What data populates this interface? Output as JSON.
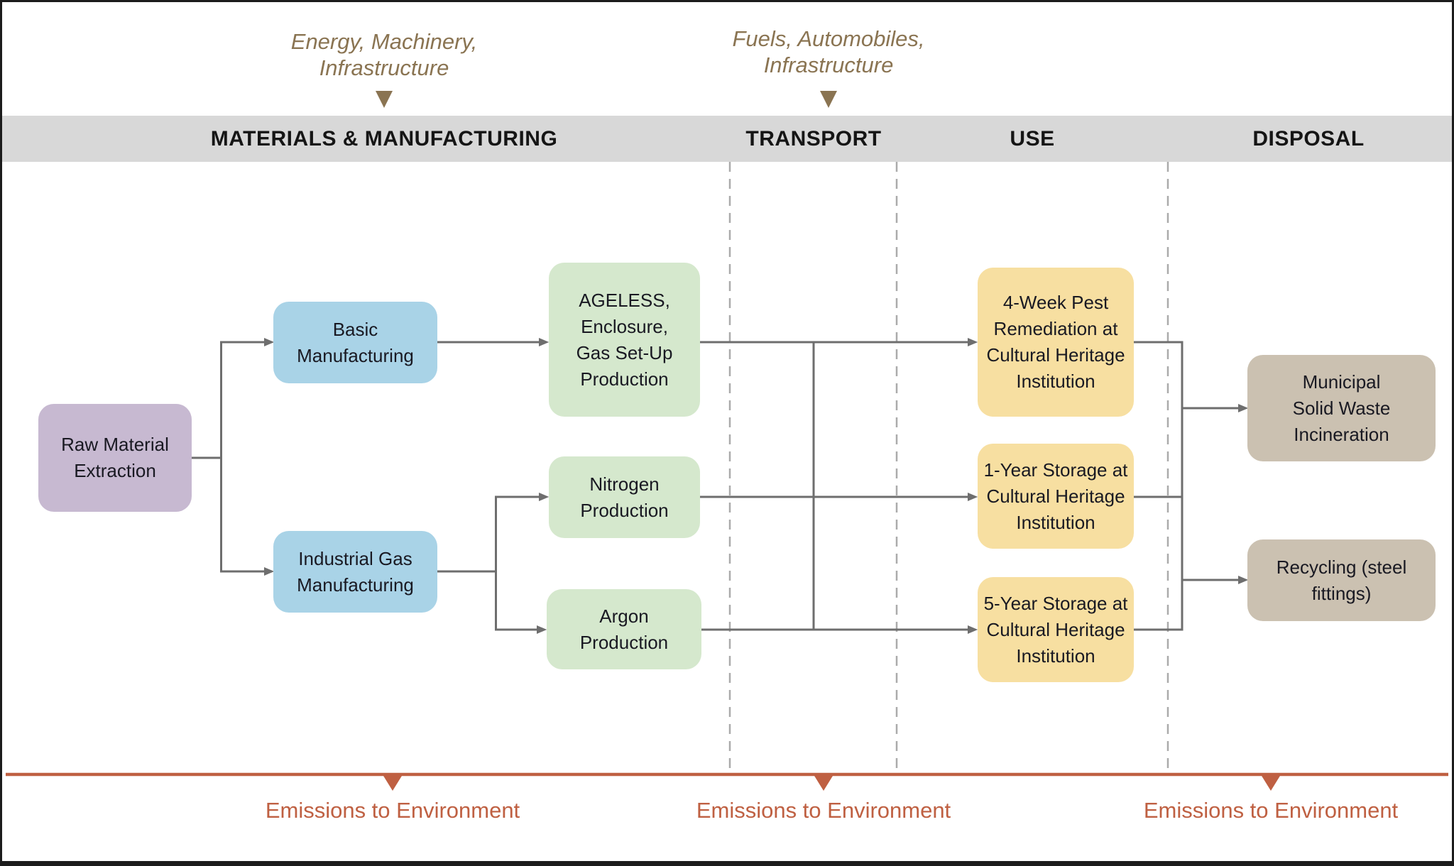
{
  "colors": {
    "phase_band_bg": "#d8d8d8",
    "raw_material_fill": "#c7b9d1",
    "manufacturing_fill": "#a9d3e7",
    "production_fill": "#d5e8cd",
    "use_fill": "#f7dfa1",
    "disposal_fill": "#cbc1b1",
    "input_label_text": "#8a7452",
    "emissions_accent": "#bf6042",
    "connector_gray": "#6e6e6e",
    "dashed_divider_gray": "#ababab",
    "node_text": "#191922"
  },
  "top_inputs": [
    {
      "lines": [
        "Energy, Machinery,",
        "Infrastructure"
      ]
    },
    {
      "lines": [
        "Fuels, Automobiles,",
        "Infrastructure"
      ]
    }
  ],
  "phases": [
    {
      "label": "MATERIALS & MANUFACTURING"
    },
    {
      "label": "TRANSPORT"
    },
    {
      "label": "USE"
    },
    {
      "label": "DISPOSAL"
    }
  ],
  "nodes": {
    "raw_material_extraction": {
      "lines": [
        "Raw Material",
        "Extraction"
      ]
    },
    "basic_manufacturing": {
      "lines": [
        "Basic",
        "Manufacturing"
      ]
    },
    "industrial_gas_manufacturing": {
      "lines": [
        "Industrial Gas",
        "Manufacturing"
      ]
    },
    "ageless_enclosure_gas_setup_production": {
      "lines": [
        "AGELESS,",
        "Enclosure,",
        "Gas Set-Up",
        "Production"
      ]
    },
    "nitrogen_production": {
      "lines": [
        "Nitrogen",
        "Production"
      ]
    },
    "argon_production": {
      "lines": [
        "Argon",
        "Production"
      ]
    },
    "four_week_pest_remediation": {
      "lines": [
        "4-Week Pest",
        "Remediation at",
        "Cultural Heritage",
        "Institution"
      ]
    },
    "one_year_storage": {
      "lines": [
        "1-Year Storage at",
        "Cultural Heritage",
        "Institution"
      ]
    },
    "five_year_storage": {
      "lines": [
        "5-Year Storage at",
        "Cultural Heritage",
        "Institution"
      ]
    },
    "municipal_solid_waste_incineration": {
      "lines": [
        "Municipal",
        "Solid Waste",
        "Incineration"
      ]
    },
    "recycling_steel_fittings": {
      "lines": [
        "Recycling (steel",
        "fittings)"
      ]
    }
  },
  "emissions_labels": [
    {
      "label": "Emissions to Environment"
    },
    {
      "label": "Emissions to Environment"
    },
    {
      "label": "Emissions to Environment"
    }
  ]
}
